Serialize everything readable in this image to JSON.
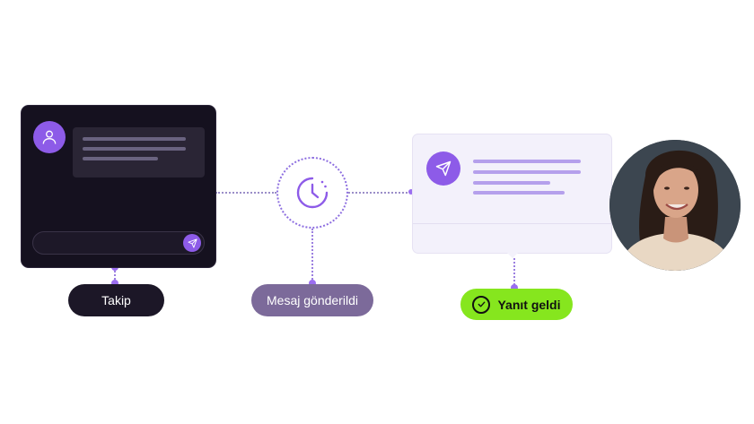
{
  "steps": {
    "follow_label": "Takip",
    "sent_label": "Mesaj gönderildi",
    "replied_label": "Yanıt geldi"
  },
  "icons": {
    "user": "user-icon",
    "send": "send-icon",
    "clock": "clock-icon",
    "check": "check-circle-icon"
  },
  "colors": {
    "accent_purple": "#8d5be8",
    "dark_card": "#15111f",
    "light_card": "#f3f1fb",
    "success_green": "#86e61e",
    "muted_pill": "#7c6a9a"
  }
}
